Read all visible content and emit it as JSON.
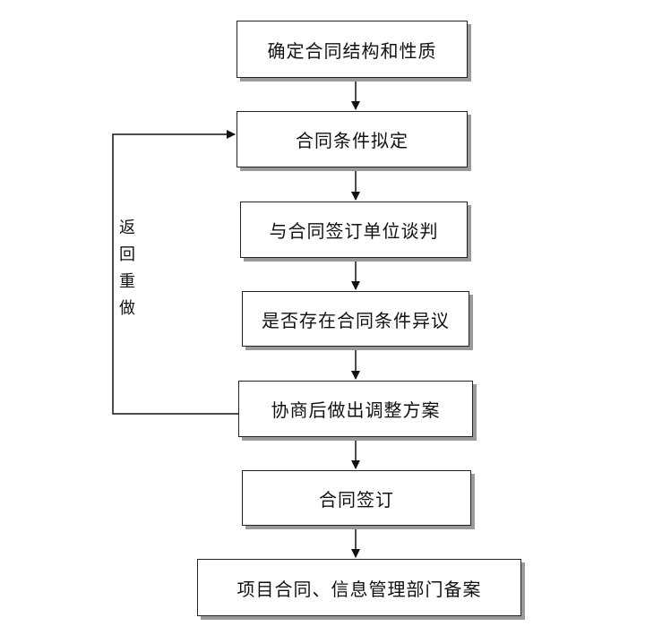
{
  "flowchart": {
    "steps": [
      "确定合同结构和性质",
      "合同条件拟定",
      "与合同签订单位谈判",
      "是否存在合同条件异议",
      "协商后做出调整方案",
      "合同签订",
      "项目合同、信息管理部门备案"
    ],
    "loop_label": "返回重做"
  }
}
